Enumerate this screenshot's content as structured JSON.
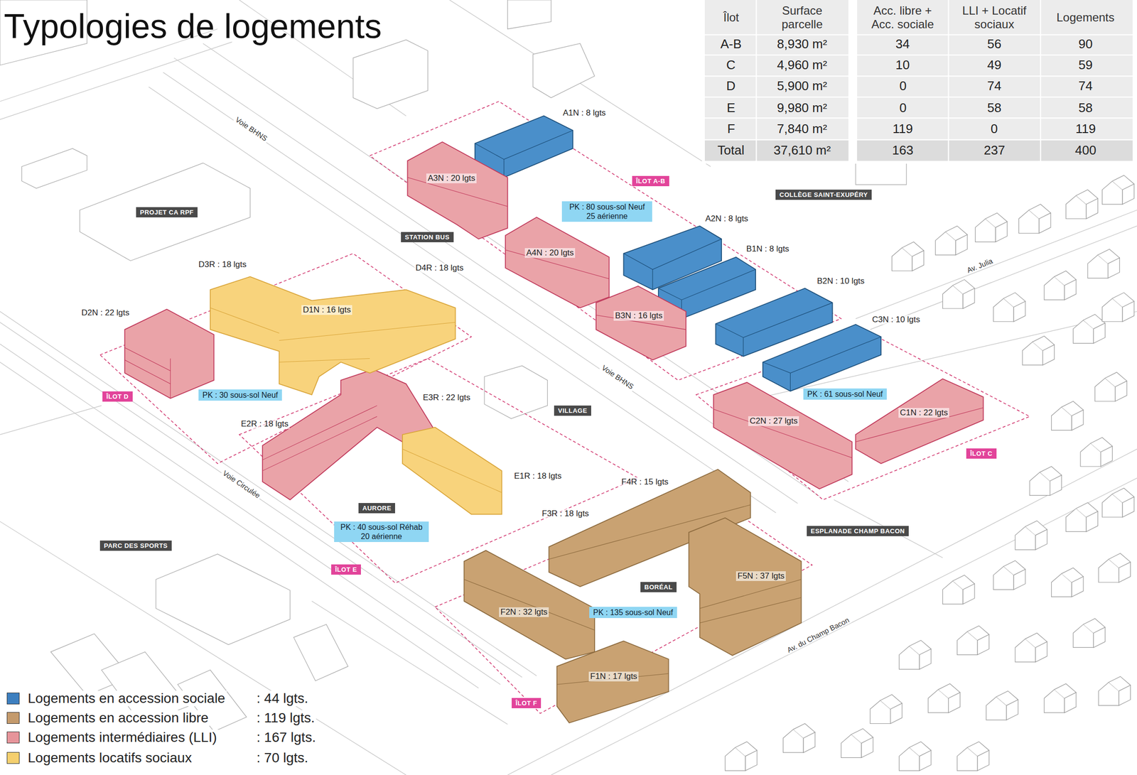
{
  "diagram": {
    "title": "Typologies de logements",
    "nodes": [
      {
        "text": [
          "PROJET CA RPF"
        ]
      },
      {
        "text": [
          "STATION BUS"
        ]
      },
      {
        "text": [
          "COLLÈGE SAINT-EXUPÉRY"
        ]
      },
      {
        "text": [
          "ÎLOT A-B"
        ]
      },
      {
        "text": [
          "PK : 80 sous-sol Neuf 25 aérienne"
        ]
      },
      {
        "text": [
          "ÎLOT D"
        ]
      },
      {
        "text": [
          "PK : 30 sous-sol Neuf"
        ]
      },
      {
        "text": [
          "VILLAGE"
        ]
      },
      {
        "text": [
          "PK : 61 sous-sol Neuf"
        ]
      },
      {
        "text": [
          "ÎLOT C"
        ]
      },
      {
        "text": [
          "AURORE"
        ]
      },
      {
        "text": [
          "PK : 40 sous-sol Réhab 20 aérienne"
        ]
      },
      {
        "text": [
          "ESPLANADE CHAMP BACON"
        ]
      },
      {
        "text": [
          "PARC DES SPORTS"
        ]
      },
      {
        "text": [
          "ÎLOT E"
        ]
      },
      {
        "text": [
          "BORÉAL"
        ]
      },
      {
        "text": [
          "PK : 135 sous-sol Neuf"
        ]
      },
      {
        "text": [
          "ÎLOT F"
        ]
      }
    ],
    "labels": [
      "Îlot",
      "Surface parcelle",
      "Acc. libre + Acc. sociale",
      "LLI + Locatif sociaux",
      "Logements",
      "A-B",
      "8,930 m²",
      "34",
      "56",
      "90",
      "C",
      "4,960 m²",
      "10",
      "49",
      "59",
      "D",
      "5,900 m²",
      "0",
      "74",
      "74",
      "E",
      "9,980 m²",
      "0",
      "58",
      "58",
      "F",
      "7,840 m²",
      "119",
      "0",
      "119",
      "Total",
      "37,610 m²",
      "163",
      "237",
      "400",
      "A1N : 8 lgts",
      "A3N : 20 lgts",
      "A2N : 8 lgts",
      "B1N : 8 lgts",
      "A4N : 20 lgts",
      "B2N : 10 lgts",
      "B3N : 16 lgts",
      "C3N : 10 lgts",
      "C2N : 27 lgts",
      "C1N : 22 lgts",
      "D3R : 18 lgts",
      "D4R : 18 lgts",
      "D2N : 22 lgts",
      "D1N : 16 lgts",
      "E3R : 22 lgts",
      "E2R : 18 lgts",
      "E1R : 18 lgts",
      "F4R : 15 lgts",
      "F3R : 18 lgts",
      "F5N : 37 lgts",
      "F2N : 32 lgts",
      "F1N : 17 lgts",
      "Voie BHNS",
      "Voie BHNS",
      "Voie Circulée",
      "Av. Julia",
      "Av. du Champ Bacon",
      ": 44 lgts.",
      ": 119 lgts.",
      ": 167 lgts.",
      ": 70 lgts."
    ],
    "legend": [
      {
        "text": "Logements en accession sociale",
        "color": "#3d7fbf"
      },
      {
        "text": "Logements en accession libre",
        "color": "#c49a6c"
      },
      {
        "text": "Logements intermédiaires (LLI)",
        "color": "#e6949a"
      },
      {
        "text": "Logements locatifs sociaux",
        "color": "#f5cf6e"
      }
    ]
  }
}
